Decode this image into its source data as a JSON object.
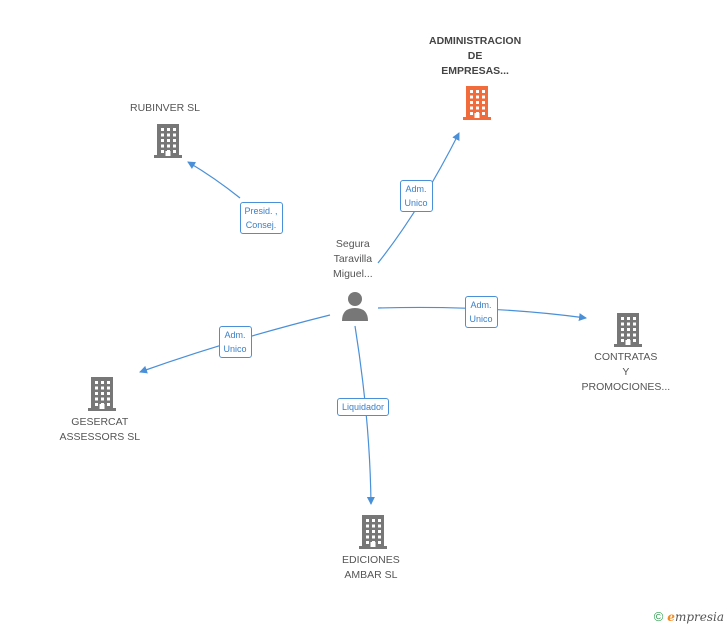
{
  "colors": {
    "edge": "#4a90d9",
    "building": "#777777",
    "building_highlight": "#f26b3a",
    "person": "#777777"
  },
  "center": {
    "name_lines": [
      "Segura",
      "Taravilla",
      "Miguel..."
    ],
    "icon": "person-icon"
  },
  "companies": [
    {
      "id": "rubinver",
      "lines": [
        "RUBINVER SL"
      ],
      "icon": "building-icon",
      "highlight": false
    },
    {
      "id": "admin",
      "lines": [
        "ADMINISTRACION",
        "DE",
        "EMPRESAS..."
      ],
      "icon": "building-icon",
      "highlight": true
    },
    {
      "id": "contratas",
      "lines": [
        "CONTRATAS",
        "Y",
        "PROMOCIONES..."
      ],
      "icon": "building-icon",
      "highlight": false
    },
    {
      "id": "gesercat",
      "lines": [
        "GESERCAT",
        "ASSESSORS SL"
      ],
      "icon": "building-icon",
      "highlight": false
    },
    {
      "id": "ediciones",
      "lines": [
        "EDICIONES",
        "AMBAR SL"
      ],
      "icon": "building-icon",
      "highlight": false
    }
  ],
  "edges": [
    {
      "to": "rubinver",
      "label_lines": [
        "Presid. ,",
        "Consej."
      ]
    },
    {
      "to": "admin",
      "label_lines": [
        "Adm.",
        "Unico"
      ]
    },
    {
      "to": "contratas",
      "label_lines": [
        "Adm.",
        "Unico"
      ]
    },
    {
      "to": "gesercat",
      "label_lines": [
        "Adm.",
        "Unico"
      ]
    },
    {
      "to": "ediciones",
      "label_lines": [
        "Liquidador"
      ]
    }
  ],
  "footer": {
    "copyright": "©",
    "brand_first": "e",
    "brand_rest": "mpresia"
  }
}
